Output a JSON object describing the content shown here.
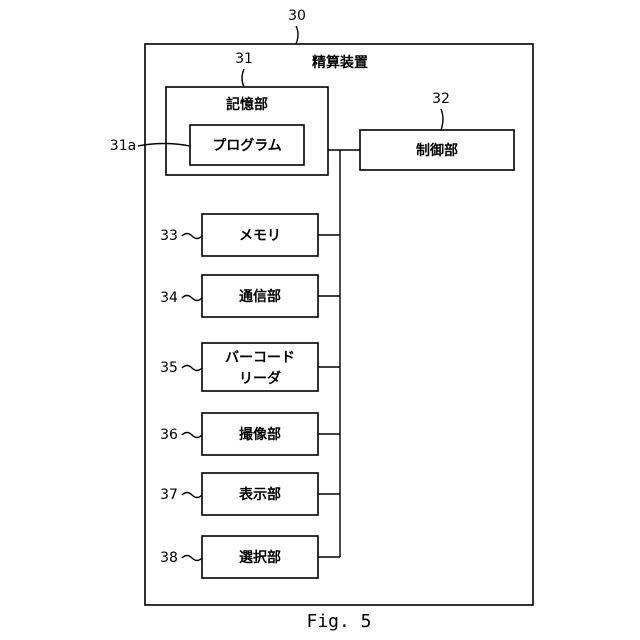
{
  "device": {
    "ref": "30",
    "title": "精算装置"
  },
  "storage": {
    "ref": "31",
    "label": "記憶部"
  },
  "program": {
    "ref": "31a",
    "label": "プログラム"
  },
  "controller": {
    "ref": "32",
    "label": "制御部"
  },
  "components": [
    {
      "ref": "33",
      "label_lines": [
        "メモリ"
      ]
    },
    {
      "ref": "34",
      "label_lines": [
        "通信部"
      ]
    },
    {
      "ref": "35",
      "label_lines": [
        "バーコード",
        "リーダ"
      ]
    },
    {
      "ref": "36",
      "label_lines": [
        "撮像部"
      ]
    },
    {
      "ref": "37",
      "label_lines": [
        "表示部"
      ]
    },
    {
      "ref": "38",
      "label_lines": [
        "選択部"
      ]
    }
  ],
  "caption": "Fig. 5"
}
